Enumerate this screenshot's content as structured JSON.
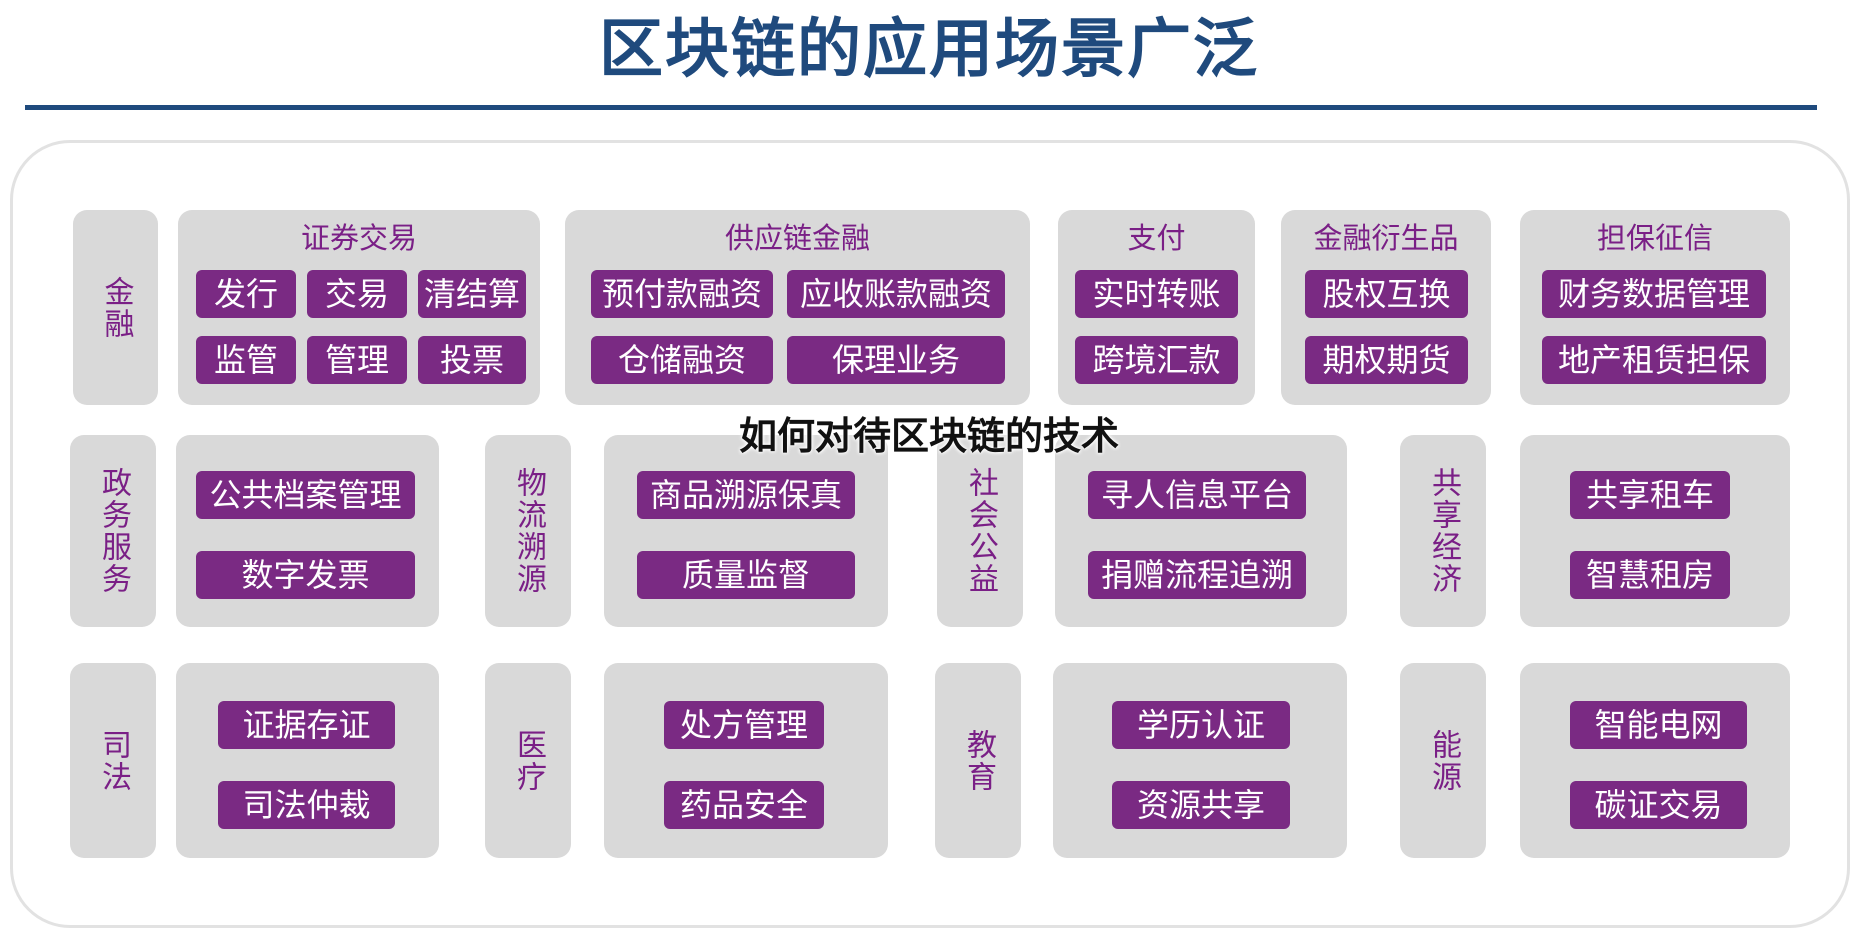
{
  "title": "区块链的应用场景广泛",
  "overlay": "如何对待区块链的技术",
  "finance": {
    "label": "金融",
    "groups": [
      {
        "title": "证券交易",
        "tags": [
          "发行",
          "交易",
          "清结算",
          "监管",
          "管理",
          "投票"
        ]
      },
      {
        "title": "供应链金融",
        "tags": [
          "预付款融资",
          "应收账款融资",
          "仓储融资",
          "保理业务"
        ]
      },
      {
        "title": "支付",
        "tags": [
          "实时转账",
          "跨境汇款"
        ]
      },
      {
        "title": "金融衍生品",
        "tags": [
          "股权互换",
          "期权期货"
        ]
      },
      {
        "title": "担保征信",
        "tags": [
          "财务数据管理",
          "地产租赁担保"
        ]
      }
    ]
  },
  "row2": [
    {
      "label": "政务服务",
      "tags": [
        "公共档案管理",
        "数字发票"
      ]
    },
    {
      "label": "物流溯源",
      "tags": [
        "商品溯源保真",
        "质量监督"
      ]
    },
    {
      "label": "社会公益",
      "tags": [
        "寻人信息平台",
        "捐赠流程追溯"
      ]
    },
    {
      "label": "共享经济",
      "tags": [
        "共享租车",
        "智慧租房"
      ]
    }
  ],
  "row3": [
    {
      "label": "司法",
      "tags": [
        "证据存证",
        "司法仲裁"
      ]
    },
    {
      "label": "医疗",
      "tags": [
        "处方管理",
        "药品安全"
      ]
    },
    {
      "label": "教育",
      "tags": [
        "学历认证",
        "资源共享"
      ]
    },
    {
      "label": "能源",
      "tags": [
        "智能电网",
        "碳证交易"
      ]
    }
  ],
  "colors": {
    "title": "#1f4a7d",
    "accent": "#7a2a83",
    "panel": "#d9d9d9"
  }
}
